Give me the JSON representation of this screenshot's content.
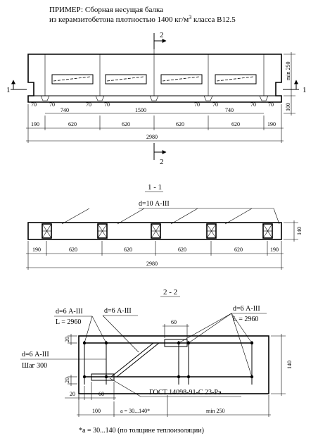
{
  "header": {
    "line1": "ПРИМЕР: Сборная несущая балка",
    "line2_pre": "из керамзитобетона плотностью 1400 кг/м",
    "line2_sup": "3",
    "line2_post": " класса В12.5"
  },
  "elevation": {
    "cut_marks": {
      "section_1": "1",
      "section_2": "2"
    },
    "height_dims": {
      "upper": "min 250",
      "lower": "100"
    },
    "chamfer_dims": [
      "70",
      "70",
      "70",
      "70",
      "70",
      "70",
      "70",
      "70"
    ],
    "opening_dims": [
      "740",
      "1500",
      "740"
    ],
    "span_dims": [
      "190",
      "620",
      "620",
      "620",
      "620",
      "190"
    ],
    "total_length": "2980"
  },
  "section_1_1": {
    "title": "1 - 1",
    "rebar_label": "d=10 А-III",
    "height_dim": "140",
    "span_dims": [
      "190",
      "620",
      "620",
      "620",
      "620",
      "190"
    ],
    "total_length": "2980"
  },
  "section_2_2": {
    "title": "2 - 2",
    "labels": {
      "left_top_line1": "d=6 А-III",
      "left_top_line2": "L = 2960",
      "middle_top": "d=6 А-III",
      "right_top_line1": "d=6 А-III",
      "right_top_line2": "L = 2960",
      "left_mid_line1": "d=6 А-III",
      "left_mid_line2": "Шаг 300",
      "gost": "ГОСТ 14098-91-С 23-Рэ"
    },
    "dims": {
      "top_60": "60",
      "left_20_top": "20",
      "left_20_bottom": "20",
      "bottom_20": "20",
      "bottom_60": "60",
      "right_height": "140",
      "base_100": "100",
      "base_a": "а = 30...140*",
      "base_min": "min 250"
    }
  },
  "footnote": "*а = 30...140 (по толщине теплоизоляции)"
}
